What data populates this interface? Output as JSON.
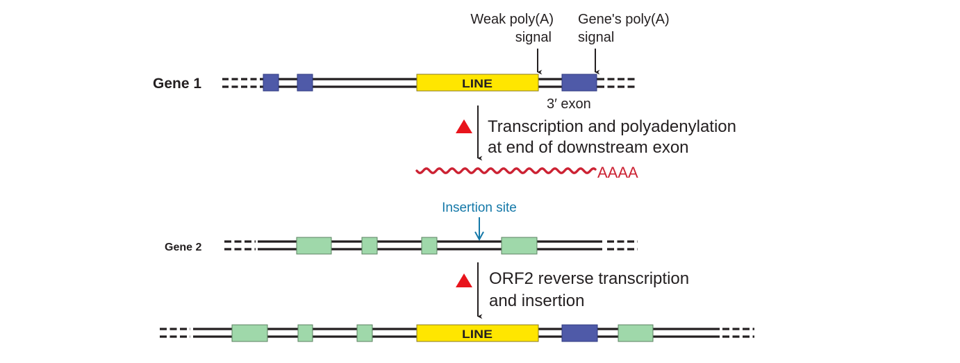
{
  "colors": {
    "dna": "#231f20",
    "line_element": "#ffe600",
    "line_border": "#8a7a20",
    "gene1_exon": "#4f5aa8",
    "gene1_exon_border": "#2f3a80",
    "gene2_exon": "#9fd8aa",
    "gene2_exon_border": "#5b8060",
    "rna": "#cc2233",
    "insertion": "#1478a8",
    "triangle": "#e8141c"
  },
  "gene1": {
    "label": "Gene 1",
    "line_label": "LINE",
    "weak_polyA_label_1": "Weak poly(A)",
    "weak_polyA_label_2": "signal",
    "gene_polyA_label_1": "Gene's poly(A)",
    "gene_polyA_label_2": "signal",
    "exon_label": "3′ exon"
  },
  "step1": {
    "line1": "Transcription and polyadenylation",
    "line2": "at end of downstream exon",
    "icon": "red-triangle-icon"
  },
  "rna": {
    "tail": "AAAA"
  },
  "gene2": {
    "label": "Gene 2",
    "insertion_label": "Insertion site"
  },
  "step2": {
    "line1": "ORF2 reverse transcription",
    "line2": "and insertion",
    "icon": "red-triangle-icon"
  },
  "result": {
    "line_label": "LINE"
  }
}
